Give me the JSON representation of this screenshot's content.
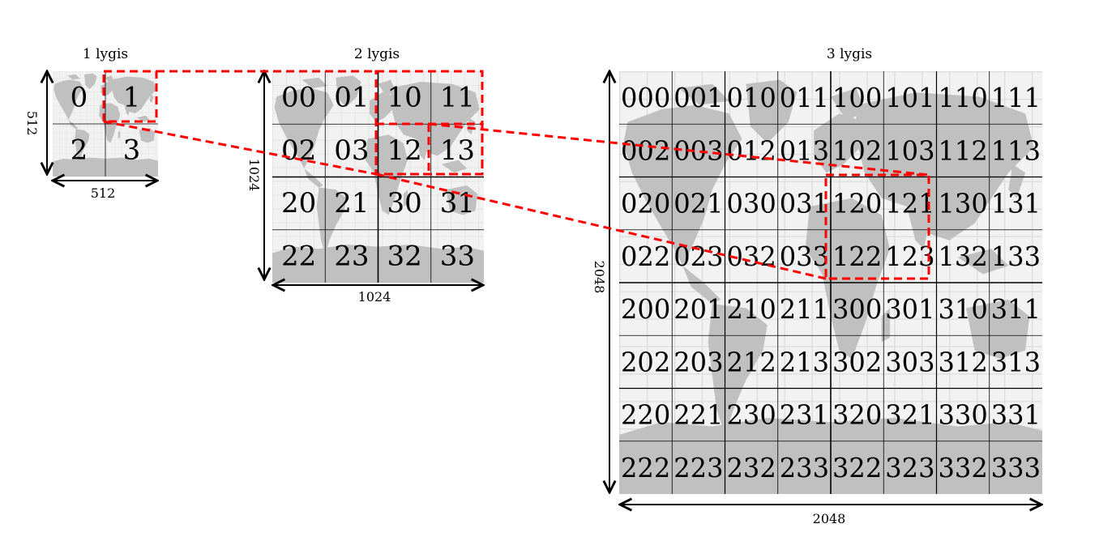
{
  "levels": [
    {
      "title": "1 lygis",
      "width_label": "512",
      "height_label": "512",
      "tiles": [
        "0",
        "1",
        "2",
        "3"
      ]
    },
    {
      "title": "2 lygis",
      "width_label": "1024",
      "height_label": "1024",
      "tiles": [
        "00",
        "01",
        "10",
        "11",
        "02",
        "03",
        "12",
        "13",
        "20",
        "21",
        "30",
        "31",
        "22",
        "23",
        "32",
        "33"
      ]
    },
    {
      "title": "3 lygis",
      "width_label": "2048",
      "height_label": "2048",
      "tiles": [
        "000",
        "001",
        "010",
        "011",
        "100",
        "101",
        "110",
        "111",
        "002",
        "003",
        "012",
        "013",
        "102",
        "103",
        "112",
        "113",
        "020",
        "021",
        "030",
        "031",
        "120",
        "121",
        "130",
        "131",
        "022",
        "023",
        "032",
        "033",
        "122",
        "123",
        "132",
        "133",
        "200",
        "201",
        "210",
        "211",
        "300",
        "301",
        "310",
        "311",
        "202",
        "203",
        "212",
        "213",
        "302",
        "303",
        "312",
        "313",
        "220",
        "221",
        "230",
        "231",
        "320",
        "321",
        "330",
        "331",
        "222",
        "223",
        "232",
        "233",
        "322",
        "323",
        "332",
        "333"
      ]
    }
  ],
  "colors": {
    "highlight": "#ff0000",
    "land": "#c0c0c0",
    "ocean": "#f2f2f2",
    "grid": "#000000"
  }
}
